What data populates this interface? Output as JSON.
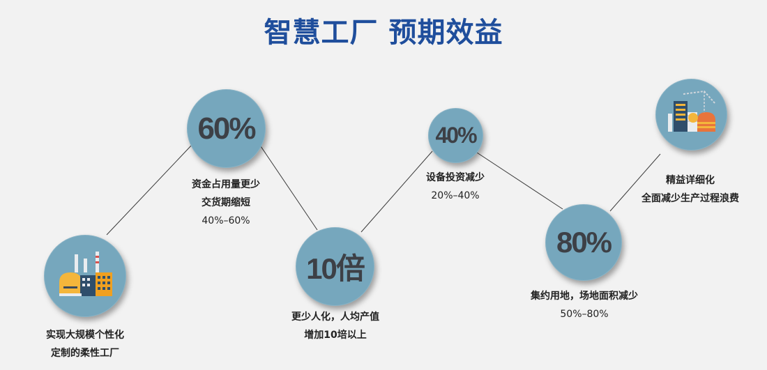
{
  "title": "智慧工厂 预期效益",
  "nodes": [
    {
      "id": "factory-left",
      "value": "",
      "icon": "factory-icon",
      "lines": [
        "实现大规模个性化",
        "定制的柔性工厂"
      ]
    },
    {
      "id": "capital",
      "value": "60%",
      "lines": [
        "资金占用量更少",
        "交货期缩短",
        "40%–60%"
      ]
    },
    {
      "id": "manpower",
      "value": "10倍",
      "lines": [
        "更少人化，人均产值",
        "增加10培以上"
      ]
    },
    {
      "id": "equipment",
      "value": "40%",
      "lines": [
        "设备投资减少",
        "20%–40%"
      ]
    },
    {
      "id": "land",
      "value": "80%",
      "lines": [
        "集约用地，场地面积减少",
        "50%–80%"
      ]
    },
    {
      "id": "factory-right",
      "value": "",
      "icon": "industrial-plant-icon",
      "lines": [
        "精益详细化",
        "全面减少生产过程浪费"
      ]
    }
  ],
  "colors": {
    "title": "#1f4e9c",
    "circle": "#76a7bd",
    "value": "#3d4046"
  }
}
